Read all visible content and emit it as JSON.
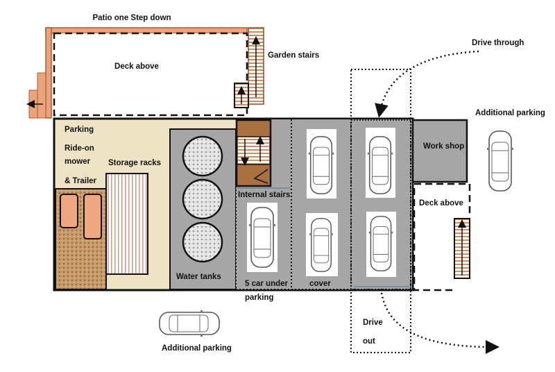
{
  "labels": {
    "patio": "Patio one Step down",
    "deck_above_top": "Deck above",
    "garden_stairs": "Garden stairs",
    "drive_through": "Drive  through",
    "additional_parking_right": "Additional parking",
    "parking": "Parking",
    "ride_on": "Ride-on",
    "mower": "mower",
    "trailer": "& Trailer",
    "storage_racks": "Storage racks",
    "internal_stairs": "Internal stairs",
    "water_tanks": "Water tanks",
    "car_under": "5 car under",
    "parking2": "parking",
    "cover": "cover",
    "work_shop": "Work shop",
    "deck_above_right": "Deck above",
    "drive": "Drive",
    "out": "out",
    "additional_parking_bottom": "Additional parking"
  },
  "colors": {
    "orange": "#e8a57d",
    "beige": "#efe3c5",
    "brown": "#b88455",
    "gray": "#a6a6a6",
    "wood": "#a9713f"
  }
}
